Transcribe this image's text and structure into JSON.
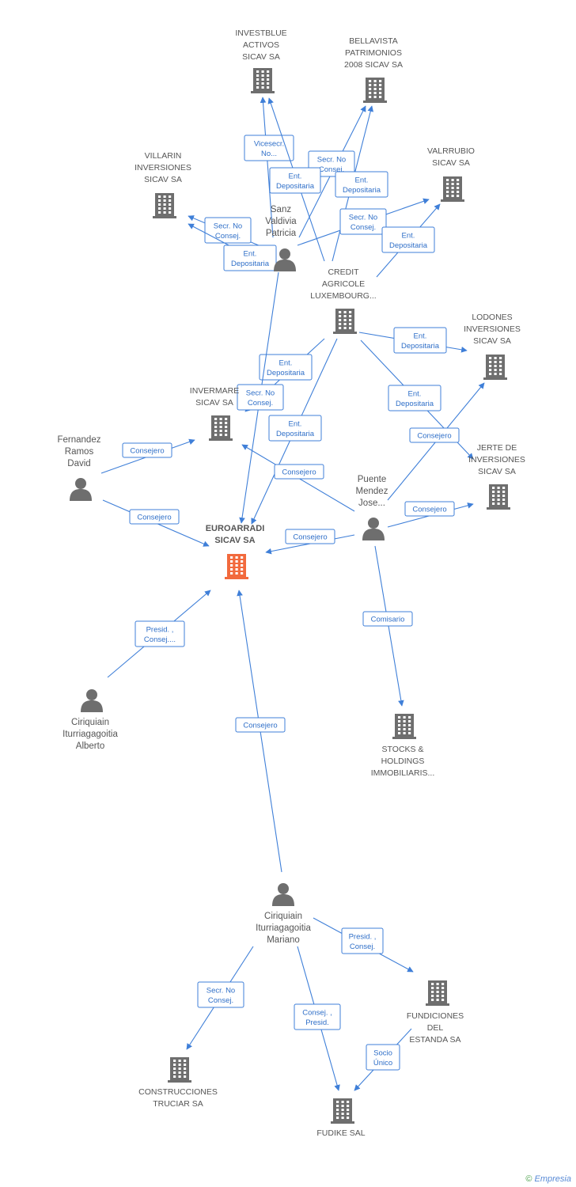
{
  "nodes": [
    {
      "id": "investblue",
      "type": "company",
      "label_lines": [
        "INVESTBLUE",
        "ACTIVOS",
        "SICAV SA"
      ]
    },
    {
      "id": "bellavista",
      "type": "company",
      "label_lines": [
        "BELLAVISTA",
        "PATRIMONIOS",
        "2008 SICAV SA"
      ]
    },
    {
      "id": "villarin",
      "type": "company",
      "label_lines": [
        "VILLARIN",
        "INVERSIONES",
        "SICAV SA"
      ]
    },
    {
      "id": "valrrubio",
      "type": "company",
      "label_lines": [
        "VALRRUBIO",
        "SICAV SA"
      ]
    },
    {
      "id": "sanz",
      "type": "person",
      "label_lines": [
        "Sanz",
        "Valdivia",
        "Patricia"
      ]
    },
    {
      "id": "credit",
      "type": "company",
      "label_lines": [
        "CREDIT",
        "AGRICOLE",
        "LUXEMBOURG..."
      ]
    },
    {
      "id": "lodones",
      "type": "company",
      "label_lines": [
        "LODONES",
        "INVERSIONES",
        "SICAV SA"
      ]
    },
    {
      "id": "invermare",
      "type": "company",
      "label_lines": [
        "INVERMARE",
        "SICAV SA"
      ]
    },
    {
      "id": "fernandez",
      "type": "person",
      "label_lines": [
        "Fernandez",
        "Ramos",
        "David"
      ]
    },
    {
      "id": "jerte",
      "type": "company",
      "label_lines": [
        "JERTE DE",
        "INVERSIONES",
        "SICAV SA"
      ]
    },
    {
      "id": "puente",
      "type": "person",
      "label_lines": [
        "Puente",
        "Mendez",
        "Jose..."
      ]
    },
    {
      "id": "euroarradi",
      "type": "main",
      "label_lines": [
        "EUROARRADI",
        "SICAV SA"
      ]
    },
    {
      "id": "alberto",
      "type": "person",
      "label_lines": [
        "Ciriquiain",
        "Iturriagagoitia",
        "Alberto"
      ]
    },
    {
      "id": "stocks",
      "type": "company",
      "label_lines": [
        "STOCKS &",
        "HOLDINGS",
        "IMMOBILIARIS..."
      ]
    },
    {
      "id": "mariano",
      "type": "person",
      "label_lines": [
        "Ciriquiain",
        "Iturriagagoitia",
        "Mariano"
      ]
    },
    {
      "id": "fundiciones",
      "type": "company",
      "label_lines": [
        "FUNDICIONES",
        "DEL",
        "ESTANDA SA"
      ]
    },
    {
      "id": "construcciones",
      "type": "company",
      "label_lines": [
        "CONSTRUCCIONES",
        "TRUCIAR SA"
      ]
    },
    {
      "id": "fudike",
      "type": "company",
      "label_lines": [
        "FUDIKE SAL"
      ]
    }
  ],
  "edges": [
    {
      "id": "e1",
      "label_lines": [
        "Vicesecr.",
        "No..."
      ]
    },
    {
      "id": "e2",
      "label_lines": [
        "Secr.  No",
        "Consej."
      ]
    },
    {
      "id": "e3",
      "label_lines": [
        "Ent.",
        "Depositaria"
      ]
    },
    {
      "id": "e4",
      "label_lines": [
        "Ent.",
        "Depositaria"
      ]
    },
    {
      "id": "e5",
      "label_lines": [
        "Secr.  No",
        "Consej."
      ]
    },
    {
      "id": "e6",
      "label_lines": [
        "Secr.  No",
        "Consej."
      ]
    },
    {
      "id": "e7",
      "label_lines": [
        "Ent.",
        "Depositaria"
      ]
    },
    {
      "id": "e8",
      "label_lines": [
        "Ent.",
        "Depositaria"
      ]
    },
    {
      "id": "e9",
      "label_lines": [
        "Ent.",
        "Depositaria"
      ]
    },
    {
      "id": "e10",
      "label_lines": [
        "Ent.",
        "Depositaria"
      ]
    },
    {
      "id": "e11",
      "label_lines": [
        "Secr.  No",
        "Consej."
      ]
    },
    {
      "id": "e12",
      "label_lines": [
        "Ent.",
        "Depositaria"
      ]
    },
    {
      "id": "e13",
      "label_lines": [
        "Ent.",
        "Depositaria"
      ]
    },
    {
      "id": "e14",
      "label_lines": [
        "Consejero"
      ]
    },
    {
      "id": "e15",
      "label_lines": [
        "Consejero"
      ]
    },
    {
      "id": "e16",
      "label_lines": [
        "Consejero"
      ]
    },
    {
      "id": "e17",
      "label_lines": [
        "Consejero"
      ]
    },
    {
      "id": "e18",
      "label_lines": [
        "Consejero"
      ]
    },
    {
      "id": "e19",
      "label_lines": [
        "Consejero"
      ]
    },
    {
      "id": "e20",
      "label_lines": [
        "Comisario"
      ]
    },
    {
      "id": "e21",
      "label_lines": [
        "Presid. ,",
        "Consej...."
      ]
    },
    {
      "id": "e22",
      "label_lines": [
        "Consejero"
      ]
    },
    {
      "id": "e23",
      "label_lines": [
        "Presid. ,",
        "Consej."
      ]
    },
    {
      "id": "e24",
      "label_lines": [
        "Secr.  No",
        "Consej."
      ]
    },
    {
      "id": "e25",
      "label_lines": [
        "Consej. ,",
        "Presid."
      ]
    },
    {
      "id": "e26",
      "label_lines": [
        "Socio",
        "Único"
      ]
    }
  ],
  "colors": {
    "edge": "#3f7fd8",
    "company_icon": "#6e6e6e",
    "main_icon": "#f26a3d",
    "person_icon": "#6e6e6e"
  },
  "footer": {
    "copyright": "©",
    "brand": "Empresia"
  }
}
